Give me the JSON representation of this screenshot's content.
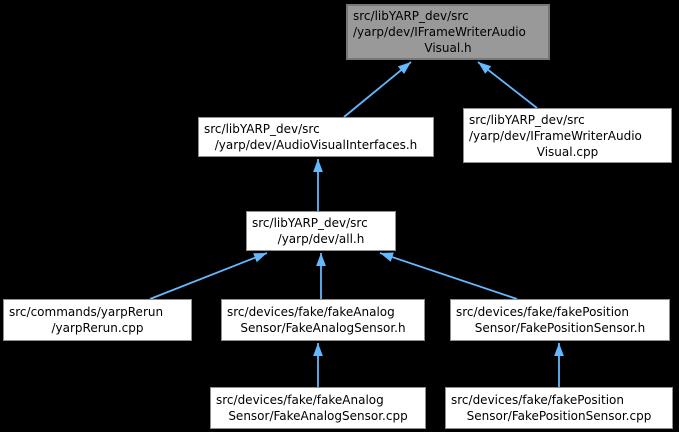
{
  "diagram": {
    "kind": "include-dependency-graph",
    "colors": {
      "background": "#000000",
      "edge": "#63B8FF",
      "node_fill": "#ffffff",
      "node_border": "#8f8f8f",
      "node_text": "#000000",
      "highlight_fill": "#999999",
      "highlight_border": "#777777"
    },
    "nodes": [
      {
        "id": "iframewriteraudiovisual-h",
        "label": "src/libYARP_dev/src\n/yarp/dev/IFrameWriterAudio\nVisual.h",
        "highlighted": true
      },
      {
        "id": "audiovisualinterfaces-h",
        "label": "src/libYARP_dev/src\n/yarp/dev/AudioVisualInterfaces.h",
        "highlighted": false
      },
      {
        "id": "iframewriteraudiovisual-cpp",
        "label": "src/libYARP_dev/src\n/yarp/dev/IFrameWriterAudio\nVisual.cpp",
        "highlighted": false
      },
      {
        "id": "all-h",
        "label": "src/libYARP_dev/src\n/yarp/dev/all.h",
        "highlighted": false
      },
      {
        "id": "yarprerun-cpp",
        "label": "src/commands/yarpRerun\n/yarpRerun.cpp",
        "highlighted": false
      },
      {
        "id": "fakeanalogsensor-h",
        "label": "src/devices/fake/fakeAnalog\nSensor/FakeAnalogSensor.h",
        "highlighted": false
      },
      {
        "id": "fakepositionsensor-h",
        "label": "src/devices/fake/fakePosition\nSensor/FakePositionSensor.h",
        "highlighted": false
      },
      {
        "id": "fakeanalogsensor-cpp",
        "label": "src/devices/fake/fakeAnalog\nSensor/FakeAnalogSensor.cpp",
        "highlighted": false
      },
      {
        "id": "fakepositionsensor-cpp",
        "label": "src/devices/fake/fakePosition\nSensor/FakePositionSensor.cpp",
        "highlighted": false
      }
    ],
    "edges": [
      {
        "from": "audiovisualinterfaces-h",
        "to": "iframewriteraudiovisual-h"
      },
      {
        "from": "iframewriteraudiovisual-cpp",
        "to": "iframewriteraudiovisual-h"
      },
      {
        "from": "all-h",
        "to": "audiovisualinterfaces-h"
      },
      {
        "from": "yarprerun-cpp",
        "to": "all-h"
      },
      {
        "from": "fakeanalogsensor-h",
        "to": "all-h"
      },
      {
        "from": "fakepositionsensor-h",
        "to": "all-h"
      },
      {
        "from": "fakeanalogsensor-cpp",
        "to": "fakeanalogsensor-h"
      },
      {
        "from": "fakepositionsensor-cpp",
        "to": "fakepositionsensor-h"
      }
    ]
  }
}
